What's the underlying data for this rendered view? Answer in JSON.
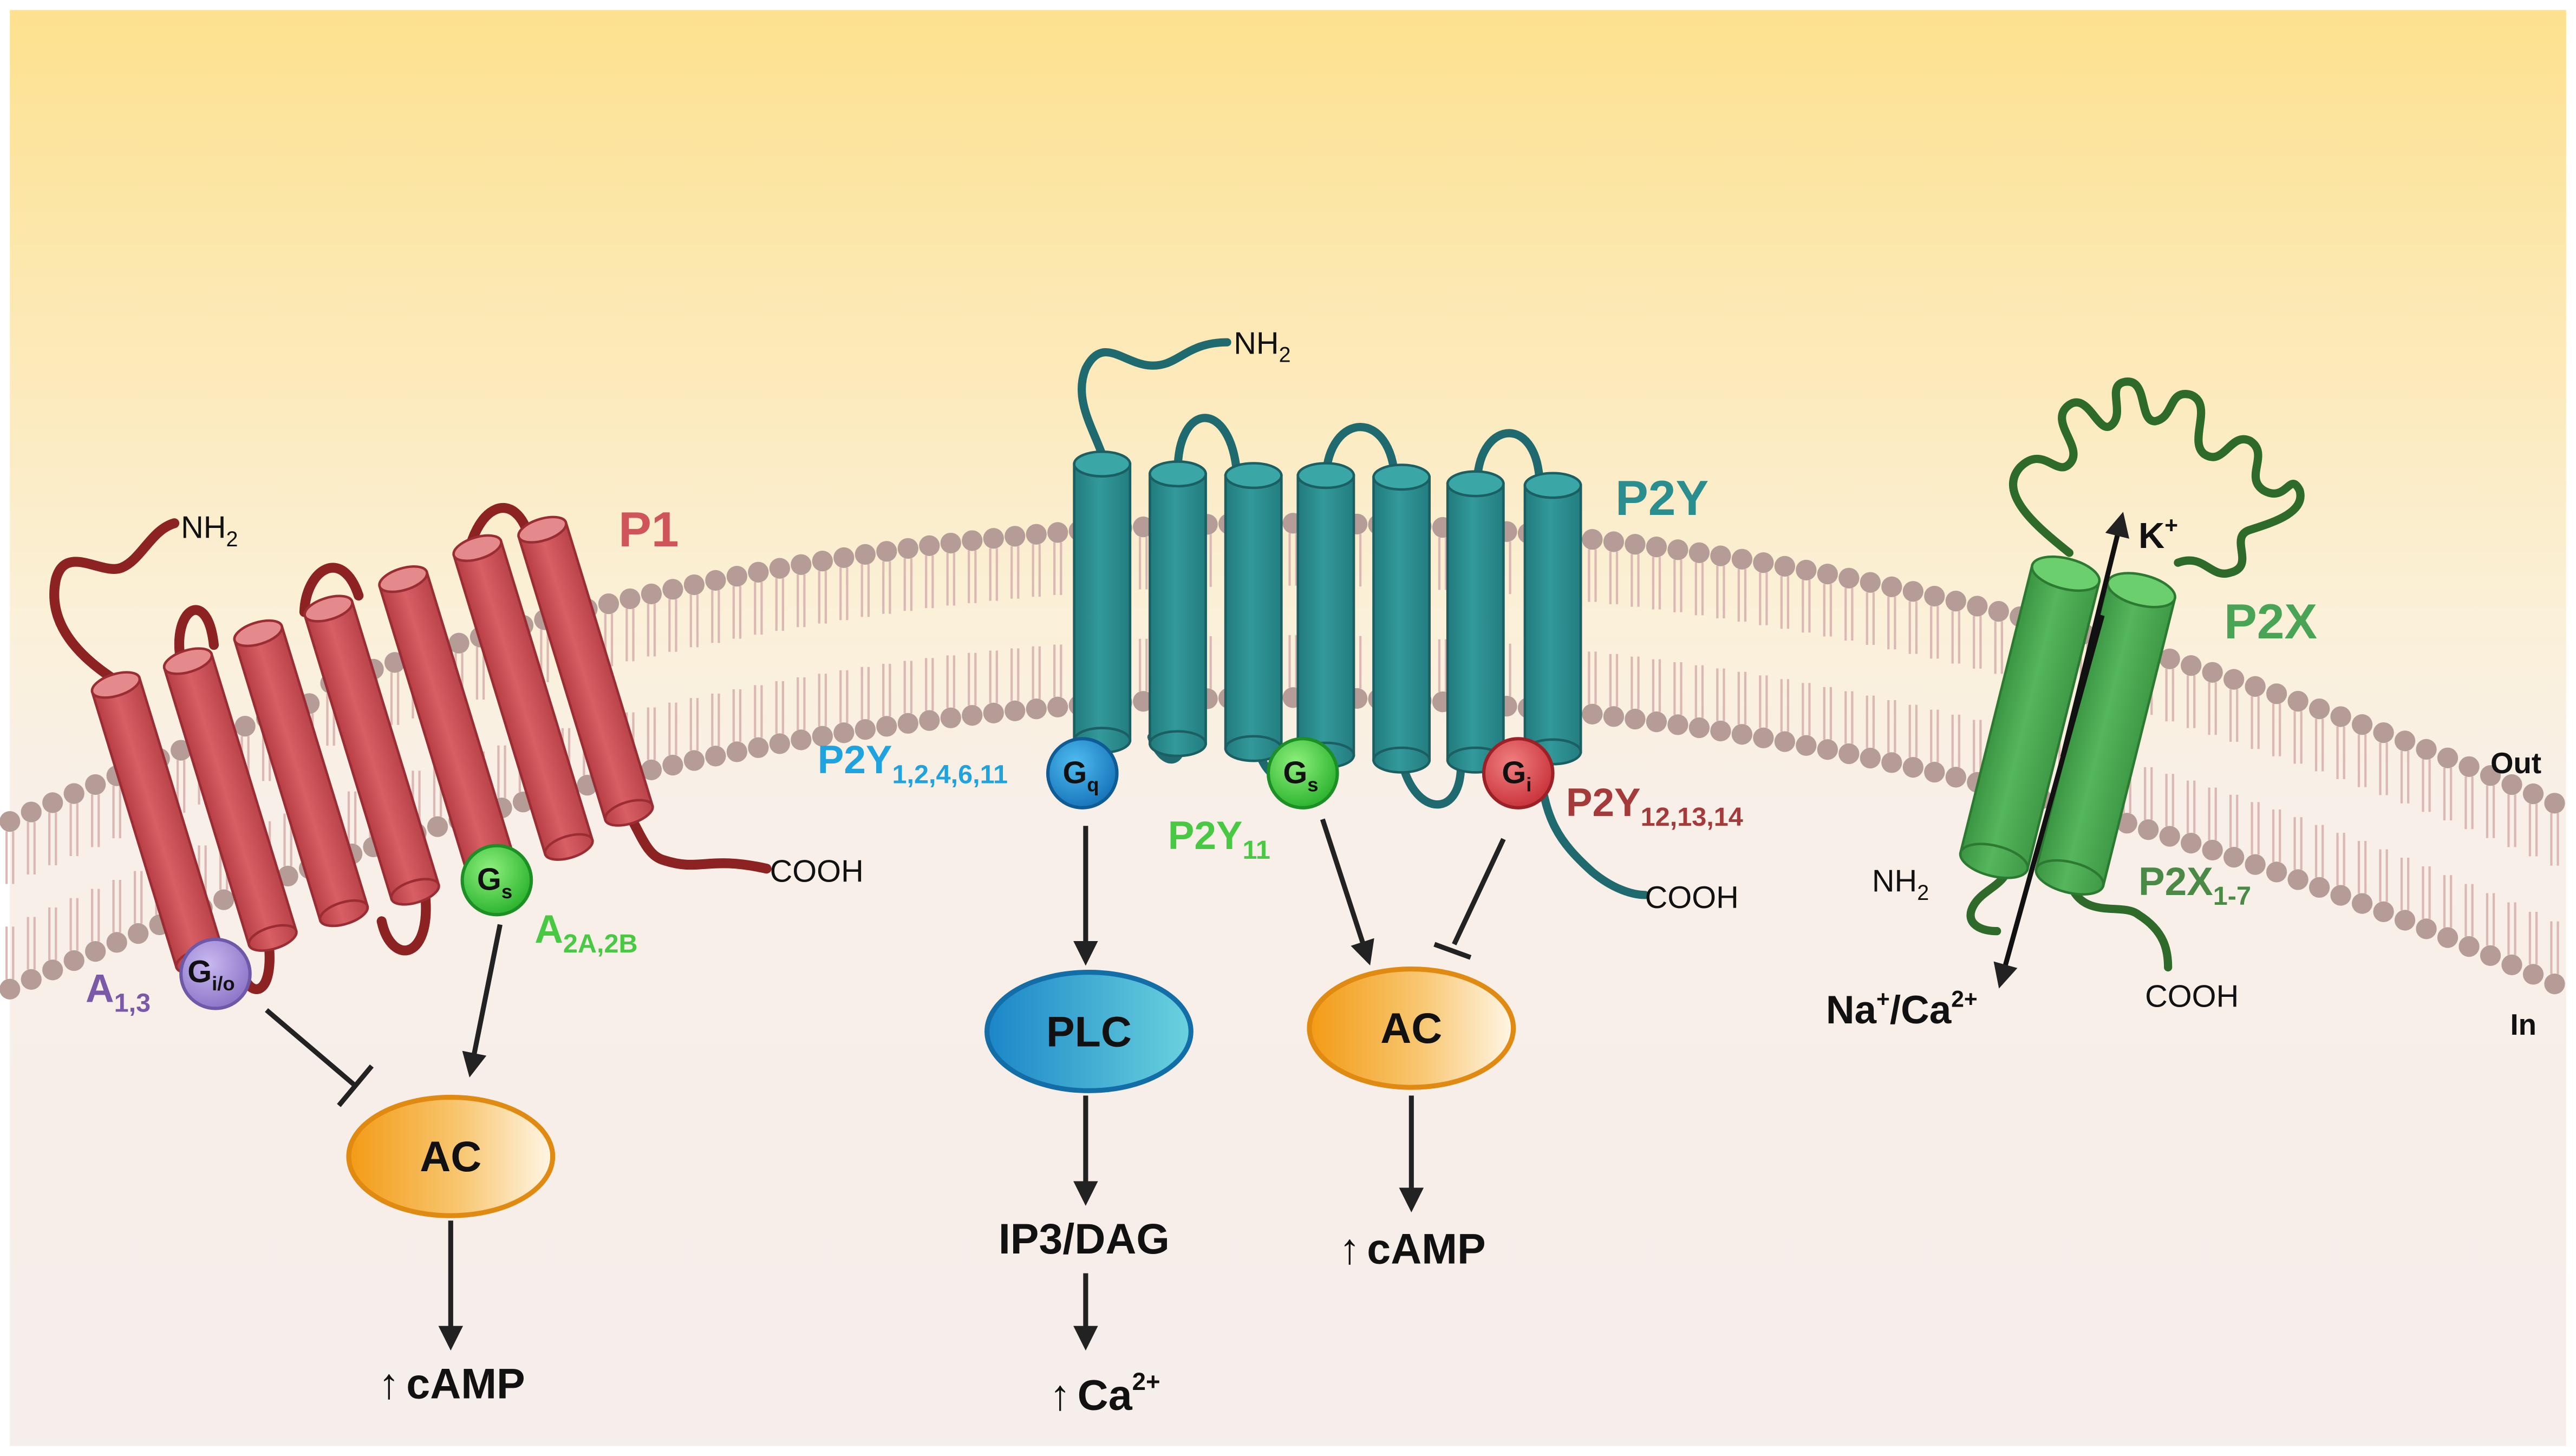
{
  "colors": {
    "p1": "#cf555b",
    "p1_dark": "#8c2222",
    "p1_label": "#cf555b",
    "p2y": "#2a8d8e",
    "p2y_dark": "#1f6a6e",
    "p2y_label": "#2a8d8e",
    "p2x": "#46a74e",
    "p2x_dark": "#2e6b2a",
    "p2x_label": "#4aa456",
    "gq": "#1f8fd0",
    "gs": "#3cc83c",
    "gi": "#d9444a",
    "gio": "#9b86d4",
    "a13_label": "#7a5aa8",
    "p2y_gq_label": "#1fa3de",
    "p2y_gs_label": "#49c943",
    "p2y_gi_label": "#a43a3a",
    "p2x_sub_label": "#4a8a46",
    "background_top": "#fde18f",
    "background_bottom": "#f7eee9",
    "lipid_head": "#b49a95",
    "lipid_tail": "#d9b3b0",
    "ac_fill": "#f3a12a",
    "plc_fill": "#2d9fd6"
  },
  "receptors": {
    "p1": {
      "name": "P1",
      "nh2": "NH",
      "nh2_sub": "2",
      "cooh": "COOH",
      "g_left": {
        "base": "G",
        "sub": "i/o"
      },
      "g_right": {
        "base": "G",
        "sub": "s"
      },
      "a13": {
        "base": "A",
        "sub": "1,3"
      },
      "a2a2b": {
        "base": "A",
        "sub": "2A,2B"
      },
      "ac": "AC",
      "output": "cAMP",
      "output_arrow": "↑"
    },
    "p2y": {
      "name": "P2Y",
      "nh2": "NH",
      "nh2_sub": "2",
      "cooh": "COOH",
      "gq": {
        "base": "G",
        "sub": "q"
      },
      "gs": {
        "base": "G",
        "sub": "s"
      },
      "gi": {
        "base": "G",
        "sub": "i"
      },
      "gq_label": {
        "base": "P2Y",
        "sub": "1,2,4,6,11"
      },
      "gs_label": {
        "base": "P2Y",
        "sub": "11"
      },
      "gi_label": {
        "base": "P2Y",
        "sub": "12,13,14"
      },
      "plc": "PLC",
      "ip3": "IP3/DAG",
      "ca_arrow": "↑",
      "ca_base": "Ca",
      "ca_sup": "2+",
      "ac": "AC",
      "output": "cAMP",
      "output_arrow": "↑"
    },
    "p2x": {
      "name": "P2X",
      "subtype": {
        "base": "P2X",
        "sub": "1-7"
      },
      "nh2": "NH",
      "nh2_sub": "2",
      "cooh": "COOH",
      "k_base": "K",
      "k_sup": "+",
      "na_base": "Na",
      "na_sup": "+",
      "ca_slash": "/Ca",
      "ca_sup": "2+"
    }
  },
  "membrane": {
    "out": "Out",
    "in": "In"
  }
}
